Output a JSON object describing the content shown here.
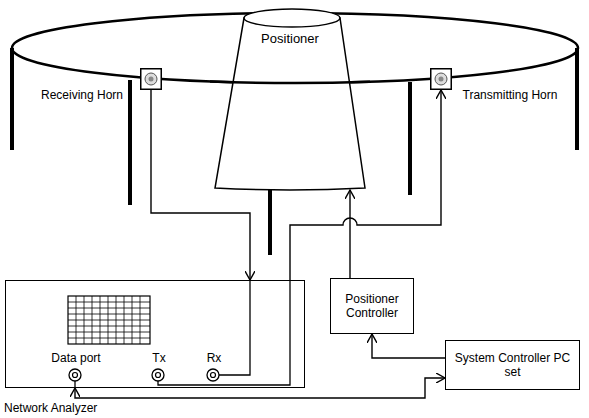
{
  "diagram": {
    "nodes": [
      {
        "text": [
          "Positioner"
        ]
      },
      {
        "text": [
          "Receiving Horn"
        ]
      },
      {
        "text": [
          "Transmitting Horn"
        ]
      },
      {
        "text": [
          "Network Analyzer",
          "Data port",
          "Tx",
          "Rx"
        ]
      },
      {
        "text": [
          "Positioner Controller"
        ]
      },
      {
        "text": [
          "System Controller PC set"
        ]
      }
    ],
    "edges": [
      {
        "from": 1,
        "to": 3,
        "arrow": "to"
      },
      {
        "from": 3,
        "to": 2,
        "arrow": "to"
      },
      {
        "from": 5,
        "to": 4,
        "arrow": "to"
      },
      {
        "from": 4,
        "to": 0,
        "arrow": "to"
      },
      {
        "from": 3,
        "to": 5,
        "arrow": "both"
      }
    ]
  }
}
